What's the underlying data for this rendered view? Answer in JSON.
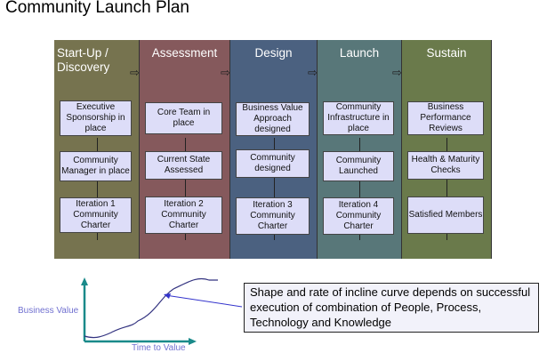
{
  "title": "Community Launch Plan",
  "phases": [
    {
      "name": "Start-Up / Discovery",
      "color": "#76734f",
      "steps": [
        "Executive Sponsorship in place",
        "Community Manager in place",
        "Iteration 1 Community Charter"
      ]
    },
    {
      "name": "Assessment",
      "color": "#85595c",
      "steps": [
        "Core Team in place",
        "Current State Assessed",
        "Iteration 2 Community Charter"
      ]
    },
    {
      "name": "Design",
      "color": "#4b6180",
      "steps": [
        "Business Value Approach designed",
        "Community designed",
        "Iteration 3 Community Charter"
      ]
    },
    {
      "name": "Launch",
      "color": "#587779",
      "steps": [
        "Community Infrastructure in place",
        "Community Launched",
        "Iteration 4 Community Charter"
      ]
    },
    {
      "name": "Sustain",
      "color": "#6a7a4b",
      "steps": [
        "Business Performance Reviews",
        "Health & Maturity Checks",
        "Satisfied Members"
      ]
    }
  ],
  "graph": {
    "y_label": "Business Value",
    "x_label": "Time to Value",
    "note": "Shape and rate of incline curve depends on successful execution of combination of People, Process, Technology and Knowledge"
  }
}
